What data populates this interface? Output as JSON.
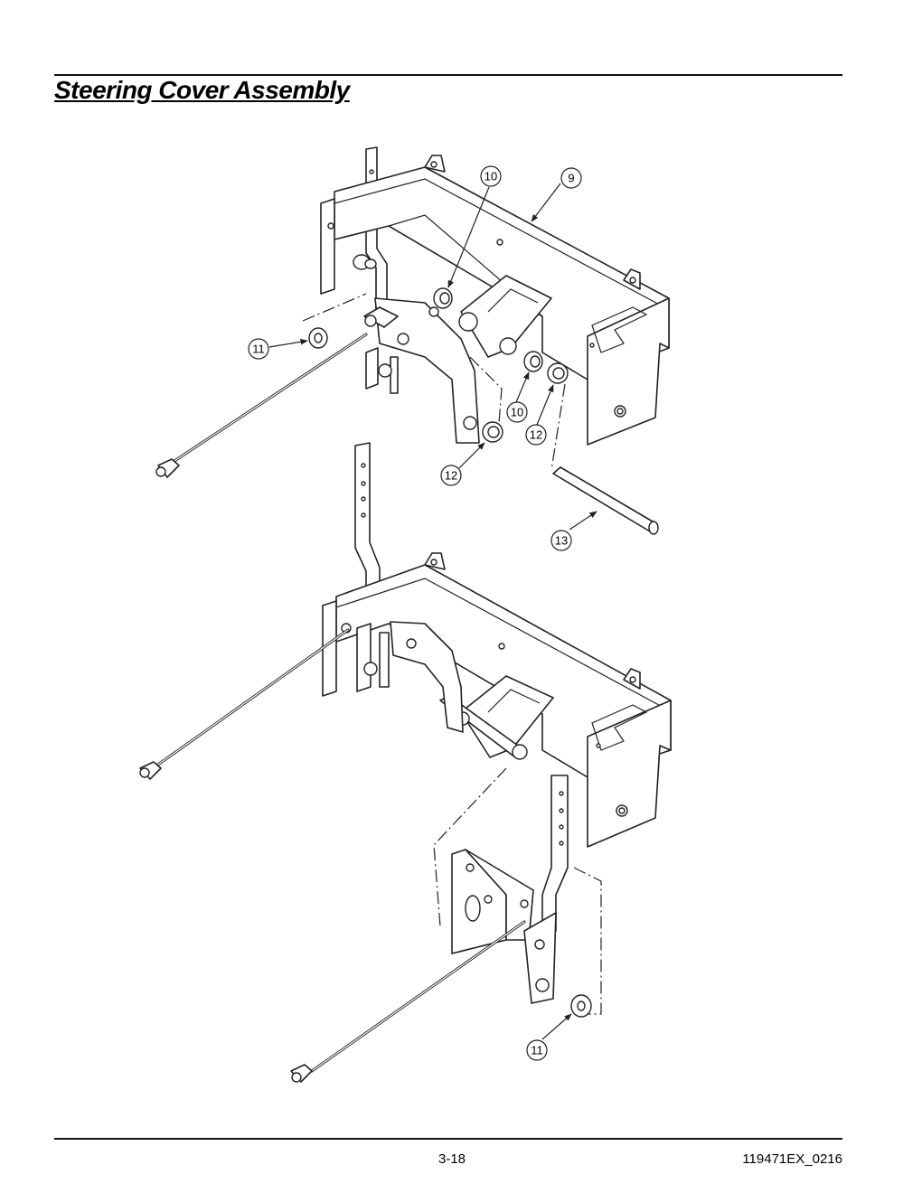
{
  "document": {
    "title": "Steering Cover Assembly",
    "page_number": "3-18",
    "doc_code": "119471EX_0216"
  },
  "callouts": [
    {
      "label": "10"
    },
    {
      "label": "9"
    },
    {
      "label": "11"
    },
    {
      "label": "10"
    },
    {
      "label": "12"
    },
    {
      "label": "12"
    },
    {
      "label": "13"
    },
    {
      "label": "11"
    }
  ]
}
